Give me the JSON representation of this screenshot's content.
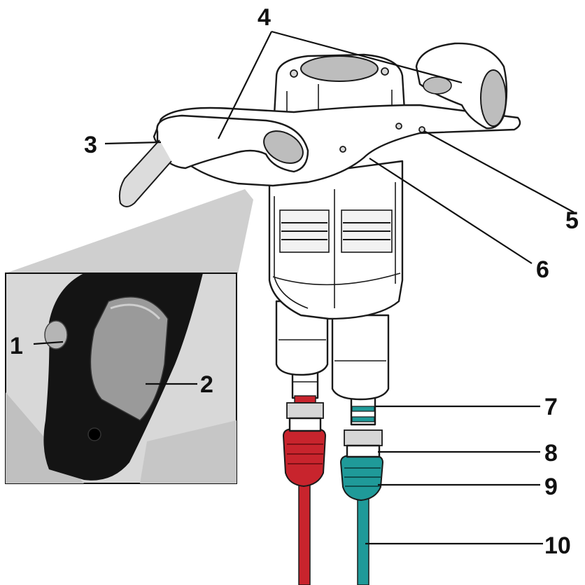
{
  "callouts": [
    {
      "id": "1",
      "label": "1"
    },
    {
      "id": "2",
      "label": "2"
    },
    {
      "id": "3",
      "label": "3"
    },
    {
      "id": "4",
      "label": "4"
    },
    {
      "id": "5",
      "label": "5"
    },
    {
      "id": "6",
      "label": "6"
    },
    {
      "id": "7",
      "label": "7"
    },
    {
      "id": "8",
      "label": "8"
    },
    {
      "id": "9",
      "label": "9"
    },
    {
      "id": "10",
      "label": "10"
    }
  ],
  "colors": {
    "hose_red": "#c8242d",
    "hose_teal": "#1f9a99",
    "inset_background": "#d8d8d8",
    "handle_black": "#141414",
    "button_grey": "#9a9a9a"
  }
}
